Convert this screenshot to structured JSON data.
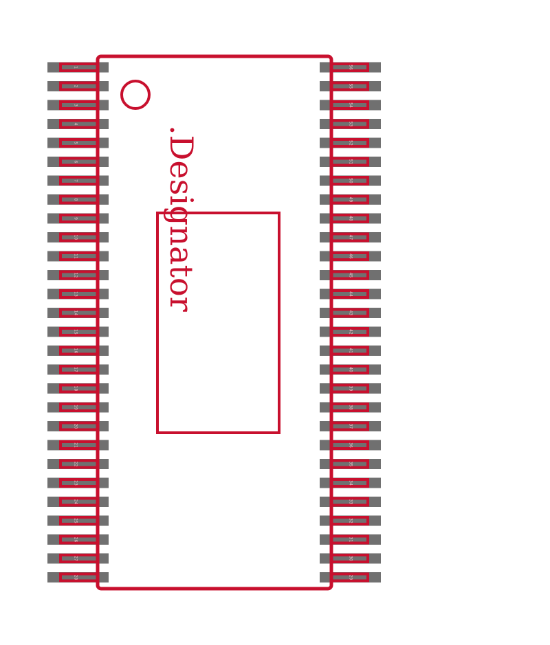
{
  "footprint": {
    "designator": ".Designator",
    "pins_per_side": 28,
    "left_pins": [
      "1",
      "2",
      "3",
      "4",
      "5",
      "6",
      "7",
      "8",
      "9",
      "10",
      "11",
      "12",
      "13",
      "14",
      "15",
      "16",
      "17",
      "18",
      "19",
      "20",
      "21",
      "22",
      "23",
      "24",
      "25",
      "26",
      "27",
      "28"
    ],
    "right_pins": [
      "56",
      "55",
      "54",
      "53",
      "52",
      "51",
      "50",
      "49",
      "48",
      "47",
      "46",
      "45",
      "44",
      "43",
      "42",
      "41",
      "40",
      "39",
      "38",
      "37",
      "36",
      "35",
      "34",
      "33",
      "32",
      "31",
      "30",
      "29"
    ]
  },
  "colors": {
    "outline": "#c8102e",
    "pad": "#707070",
    "pin_label": "#f0c0c8",
    "background": "#ffffff"
  }
}
